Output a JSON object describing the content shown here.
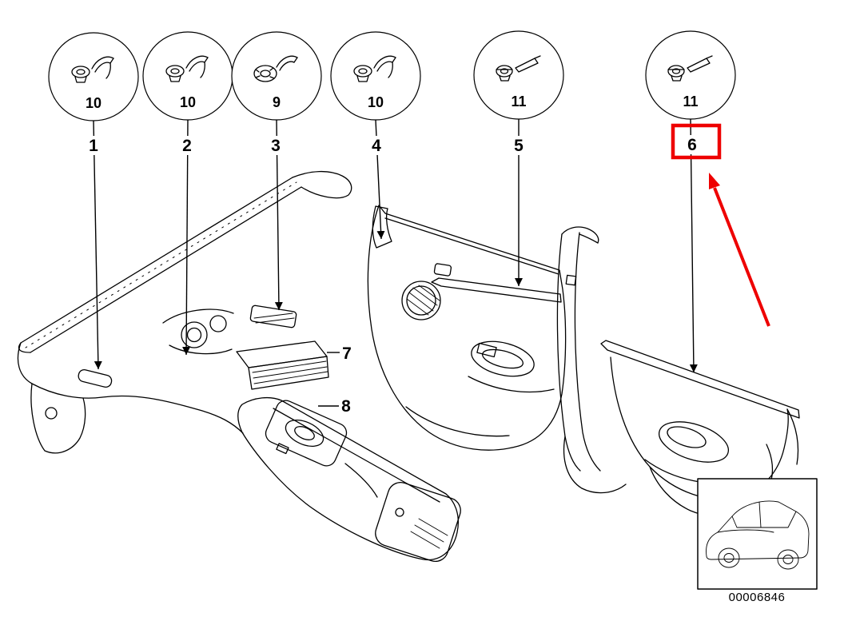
{
  "page": {
    "background": "#ffffff",
    "diagram_code": "00006846"
  },
  "colors": {
    "line": "#000000",
    "highlight": "#ee0000"
  },
  "callouts": [
    {
      "callout": "1",
      "part_number": "10",
      "icon": "push-clip-icon",
      "highlighted": false
    },
    {
      "callout": "2",
      "part_number": "10",
      "icon": "push-clip-icon",
      "highlighted": false
    },
    {
      "callout": "3",
      "part_number": "9",
      "icon": "grommet-icon",
      "highlighted": false
    },
    {
      "callout": "4",
      "part_number": "10",
      "icon": "push-clip-icon",
      "highlighted": false
    },
    {
      "callout": "5",
      "part_number": "11",
      "icon": "expansion-clip-icon",
      "highlighted": false
    },
    {
      "callout": "6",
      "part_number": "11",
      "icon": "expansion-clip-icon",
      "highlighted": true
    }
  ],
  "part_labels": [
    {
      "label": "7"
    },
    {
      "label": "8"
    }
  ],
  "annotation": {
    "type": "red-box-and-arrow",
    "target_callout": "6"
  }
}
